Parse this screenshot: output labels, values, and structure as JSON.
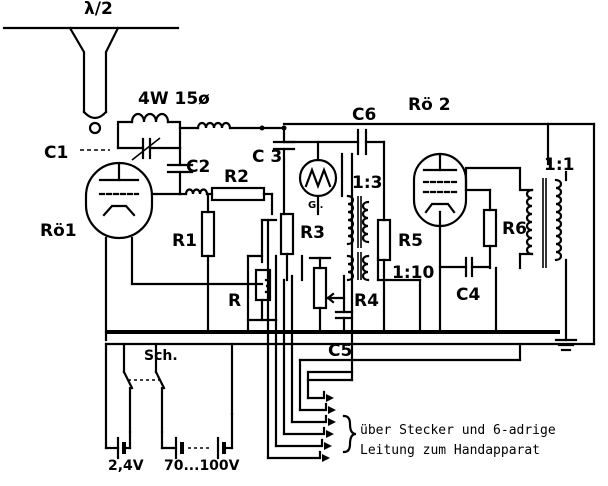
{
  "labels": {
    "antenna": "λ/2",
    "coil_spec": "4W 15ø",
    "C1": "C1",
    "C2": "C2",
    "C3": "C 3",
    "C4": "C4",
    "C5": "C5",
    "C6": "C6",
    "R": "R",
    "R1": "R1",
    "R2": "R2",
    "R3": "R3",
    "R4": "R4",
    "R5": "R5",
    "R6": "R6",
    "Ro1": "Rö1",
    "Ro2": "Rö 2",
    "Gl": "Gl.",
    "ratio_1_3": "1:3",
    "ratio_1_10": "1:10",
    "ratio_1_1": "1:1",
    "switch": "Sch.",
    "battery_low": "2,4V",
    "battery_high": "70...100V"
  },
  "note": {
    "line1": "über Stecker und 6-adrige",
    "line2": "Leitung zum Handapparat"
  }
}
